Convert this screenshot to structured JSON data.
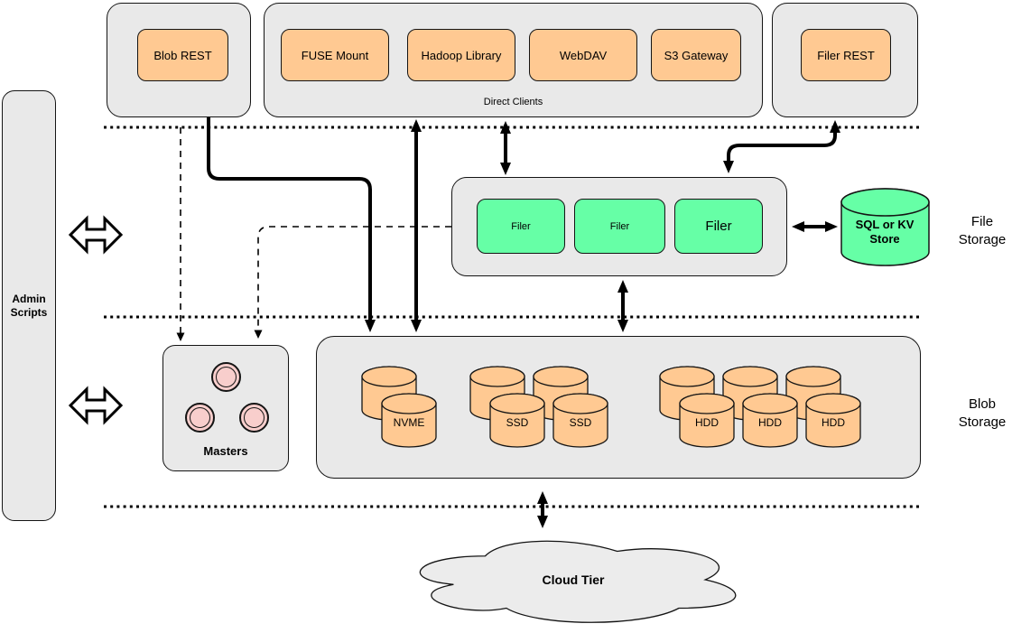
{
  "admin_scripts": {
    "label": "Admin Scripts"
  },
  "top_row": {
    "blob_rest": "Blob REST",
    "direct_clients": {
      "caption": "Direct Clients",
      "clients": [
        "FUSE Mount",
        "Hadoop Library",
        "WebDAV",
        "S3 Gateway"
      ]
    },
    "filer_rest": "Filer REST"
  },
  "file_storage": {
    "section_label": "File Storage",
    "filers": [
      "Filer",
      "Filer",
      "Filer"
    ],
    "metadata_store": "SQL or KV Store"
  },
  "blob_storage": {
    "section_label": "Blob Storage",
    "masters_label": "Masters",
    "disks": {
      "nvme": "NVME",
      "ssd1": "SSD",
      "ssd2": "SSD",
      "hdd1": "HDD",
      "hdd2": "HDD",
      "hdd3": "HDD"
    }
  },
  "cloud_tier": {
    "label": "Cloud Tier"
  },
  "colors": {
    "container_gray": "#e9e9e9",
    "client_orange": "#ffc992",
    "filer_green": "#66ffa6",
    "master_pink": "#f8cecc",
    "line_black": "#141414"
  }
}
